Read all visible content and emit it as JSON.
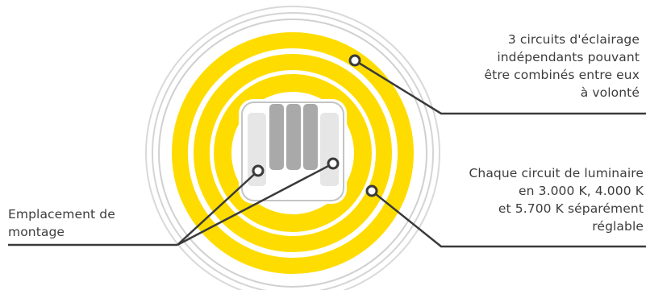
{
  "colors": {
    "ring_yellow": "#ffdc00",
    "outer_ring_gray": "#d4d4d4",
    "leader_line": "#3a3a3a",
    "panel_border": "#c4c4c4",
    "bar_dark_gray": "#a9a9a9",
    "bar_light_gray": "#e6e6e6",
    "text": "#3c3c3c"
  },
  "callouts": {
    "circuits": {
      "lines": [
        "3 circuits d'éclairage",
        "indépendants pouvant",
        "être combinés entre eux",
        "à volonté"
      ]
    },
    "temperature": {
      "lines": [
        "Chaque circuit de luminaire",
        "en 3.000 K, 4.000 K",
        "et 5.700 K séparément",
        "réglable"
      ]
    },
    "mounting": {
      "lines": [
        "Emplacement de",
        "montage"
      ]
    }
  }
}
